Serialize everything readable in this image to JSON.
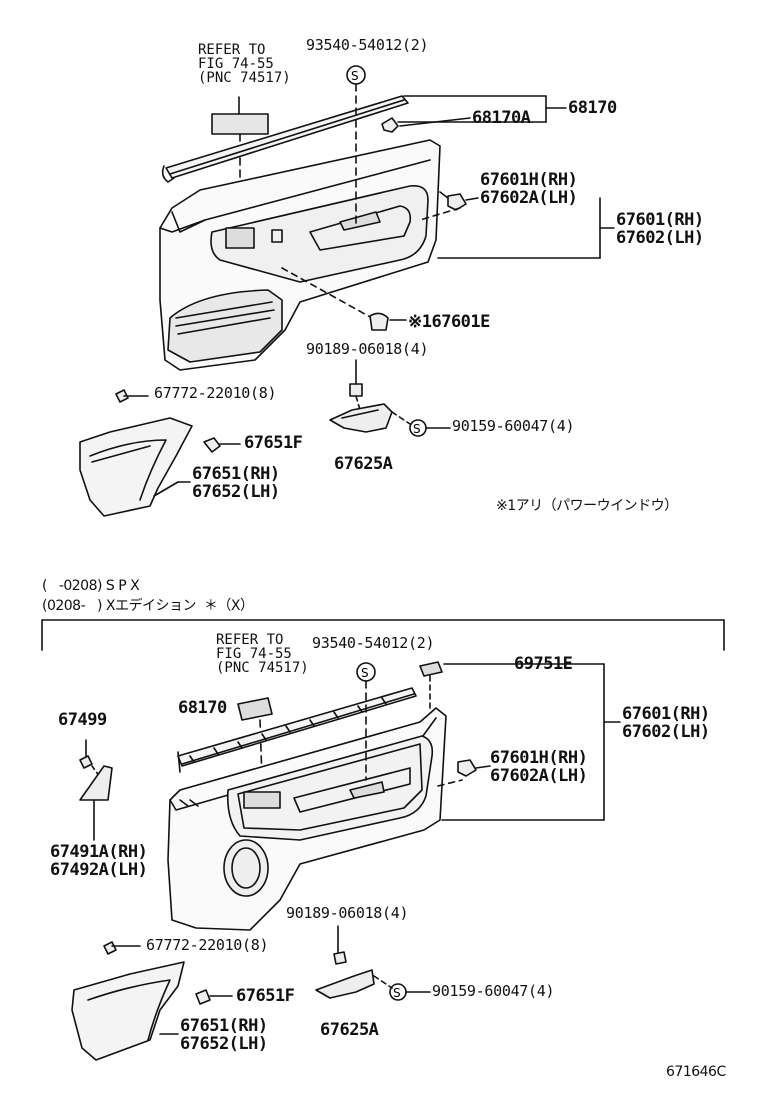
{
  "upper": {
    "refer": [
      "REFER TO",
      "FIG 74-55",
      "(PNC 74517)"
    ],
    "screw_top": "93540-54012(2)",
    "p68170": "68170",
    "p68170a": "68170A",
    "p67601h": "67601H(RH)",
    "p67602a": "67602A(LH)",
    "p67601": "67601(RH)",
    "p67602": "67602(LH)",
    "p67601e": "※167601E",
    "clip_90189": "90189-06018(4)",
    "screw_67772": "67772-22010(8)",
    "p67651f": "67651F",
    "p67651": "67651(RH)",
    "p67652": "67652(LH)",
    "screw_90159": "90159-60047(4)",
    "p67625a": "67625A",
    "note": "※1アリ（パワーウインドウ）",
    "s_symbol": "S"
  },
  "section_header": {
    "line1": "(   -0208) S P X",
    "line2": "(0208-   ) Xエデイション  ＊（X）"
  },
  "lower": {
    "refer": [
      "REFER TO",
      "FIG 74-55",
      "(PNC 74517)"
    ],
    "screw_top": "93540-54012(2)",
    "p69751e": "69751E",
    "p68170": "68170",
    "p67499": "67499",
    "p67601": "67601(RH)",
    "p67602": "67602(LH)",
    "p67601h": "67601H(RH)",
    "p67602a": "67602A(LH)",
    "p67491a": "67491A(RH)",
    "p67492a": "67492A(LH)",
    "clip_90189": "90189-06018(4)",
    "screw_67772": "67772-22010(8)",
    "p67651f": "67651F",
    "p67651": "67651(RH)",
    "p67652": "67652(LH)",
    "screw_90159": "90159-60047(4)",
    "p67625a": "67625A",
    "s_symbol": "S"
  },
  "figure_code": "671646C"
}
